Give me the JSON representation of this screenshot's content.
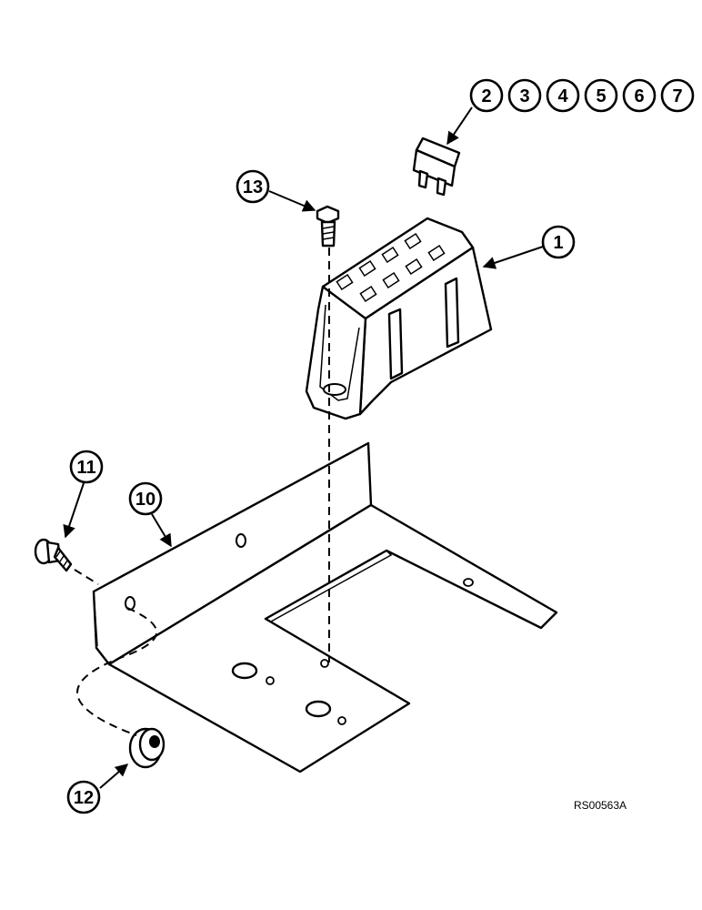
{
  "callouts": {
    "c1": "1",
    "c2": "2",
    "c3": "3",
    "c4": "4",
    "c5": "5",
    "c6": "6",
    "c7": "7",
    "c10": "10",
    "c11": "11",
    "c12": "12",
    "c13": "13"
  },
  "reference_code": "RS00563A"
}
